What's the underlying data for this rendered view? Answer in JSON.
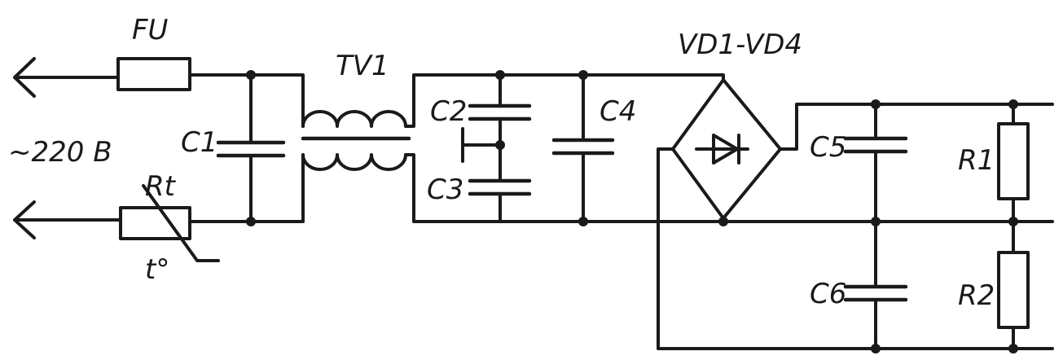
{
  "labels": {
    "fu": "FU",
    "tv1": "TV1",
    "vd": "VD1-VD4",
    "voltage": "~220 B",
    "rt": "Rt",
    "temp": "t°",
    "c1": "C1",
    "c2": "C2",
    "c3": "C3",
    "c4": "C4",
    "c5": "C5",
    "c6": "C6",
    "r1": "R1",
    "r2": "R2"
  }
}
